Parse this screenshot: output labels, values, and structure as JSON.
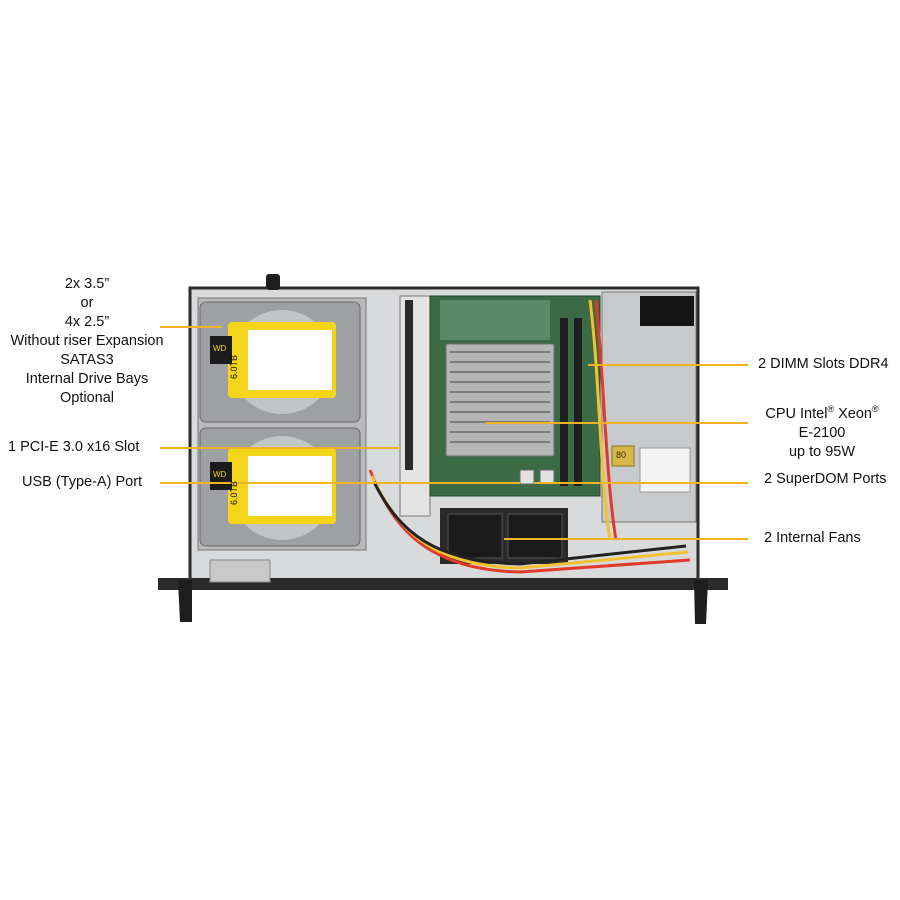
{
  "labels": {
    "drive_bays": {
      "line1": "2x 3.5”",
      "line2": "or",
      "line3": "4x 2.5”",
      "line4": "Without  riser Expansion",
      "line5": "SATAS3",
      "line6": "Internal  Drive Bays",
      "line7": "Optional"
    },
    "pcie_slot": "1 PCI-E 3.0 x16 Slot",
    "usb_port": "USB (Type-A)  Port",
    "dimm_slots": "2 DIMM  Slots DDR4",
    "cpu": {
      "line1_prefix": "CPU Intel",
      "line1_reg1": "®",
      "line1_mid": " Xeon",
      "line1_reg2": "®",
      "line2": "E-2100",
      "line3": "up to 95W"
    },
    "superdom": "2 SuperDOM Ports",
    "fans": "2 Internal  Fans"
  },
  "hardware_text": {
    "hdd_top_capacity": "6.0TB",
    "hdd_bottom_capacity": "6.0TB",
    "psu_badge": "80",
    "hdd_brand": "WD"
  },
  "colors": {
    "leader": "#f0b323",
    "hdd_label": "#f5d51a",
    "chassis": "#2b2b2b",
    "board": "#3a6b45"
  }
}
